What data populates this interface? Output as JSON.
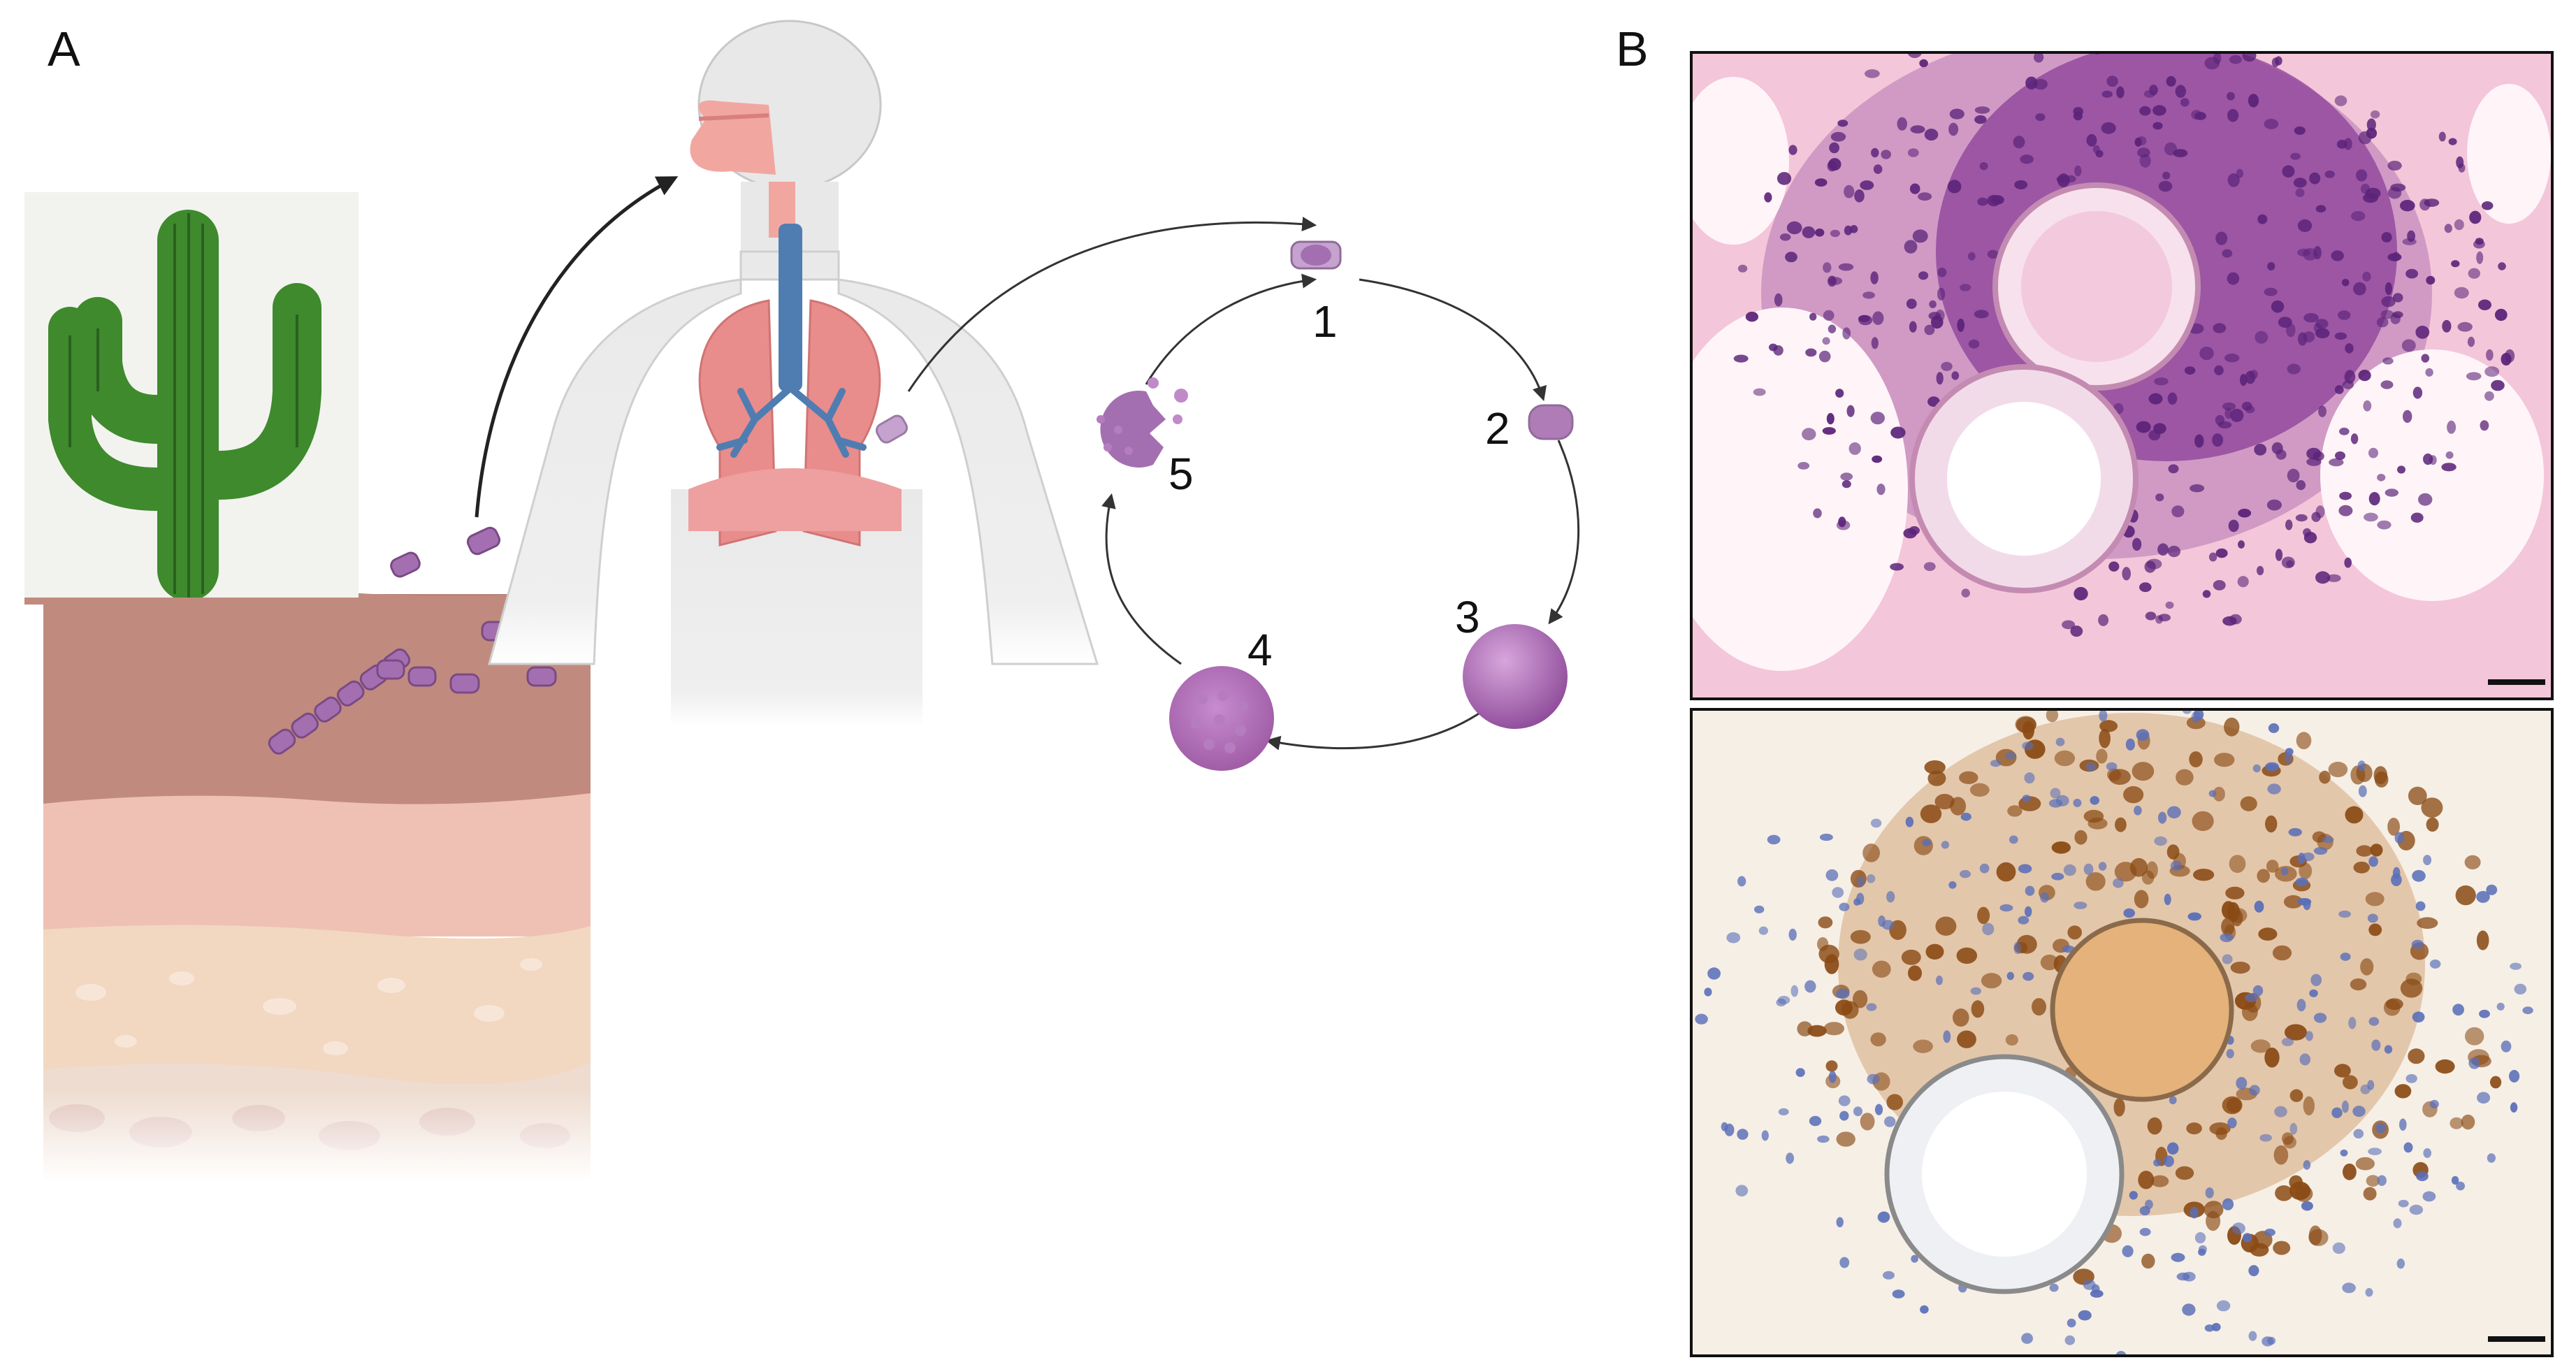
{
  "panels": {
    "a": {
      "label": "A"
    },
    "b": {
      "label": "B"
    }
  },
  "lifecycle": {
    "stages": [
      {
        "number": "1",
        "form": "arthroconidium"
      },
      {
        "number": "2",
        "form": "rounded-arthroconidium"
      },
      {
        "number": "3",
        "form": "spherule"
      },
      {
        "number": "4",
        "form": "endosporulating-spherule"
      },
      {
        "number": "5",
        "form": "rupturing-spherule"
      }
    ]
  },
  "micrographs": [
    {
      "stain": "he-stain"
    },
    {
      "stain": "ihc-stain"
    }
  ],
  "colors": {
    "soil_top": "#b88478",
    "soil_mid": "#efc1b4",
    "soil_low": "#f2d7c1",
    "cactus": "#3e8a2d",
    "body": "#e6e6e6",
    "lung": "#e98c8c",
    "airway": "#4f7db1",
    "spore": "#a46fb0",
    "spherule": "#a05aa8",
    "he_bg": "#f4c6d9",
    "he_cells": "#6a2a86",
    "ihc_bg": "#f6efe6",
    "ihc_brown": "#8a4a14",
    "ihc_blue": "#5a6fb8"
  }
}
